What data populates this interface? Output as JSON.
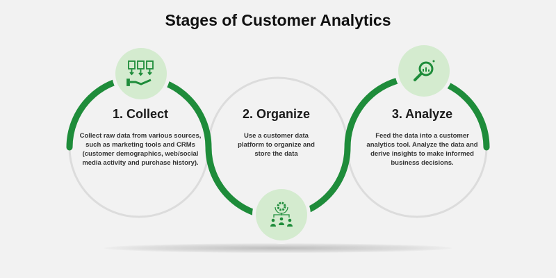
{
  "title": "Stages of Customer Analytics",
  "colors": {
    "green": "#1e8c3a",
    "light_green": "#d4ebcf",
    "gray_ring": "#dcdcdc",
    "background": "#f2f2f2"
  },
  "stages": [
    {
      "heading": "1. Collect",
      "body": "Collect raw data from various sources, such as marketing tools and CRMs (customer demographics, web/social media activity and purchase history).",
      "icon": "documents-to-hand-icon"
    },
    {
      "heading": "2. Organize",
      "body": "Use a customer data platform to organize and store the data",
      "icon": "gear-people-icon"
    },
    {
      "heading": "3. Analyze",
      "body": "Feed the data into a customer analytics tool. Analyze the data and derive insights to make informed business decisions.",
      "icon": "magnifier-chart-icon"
    }
  ]
}
